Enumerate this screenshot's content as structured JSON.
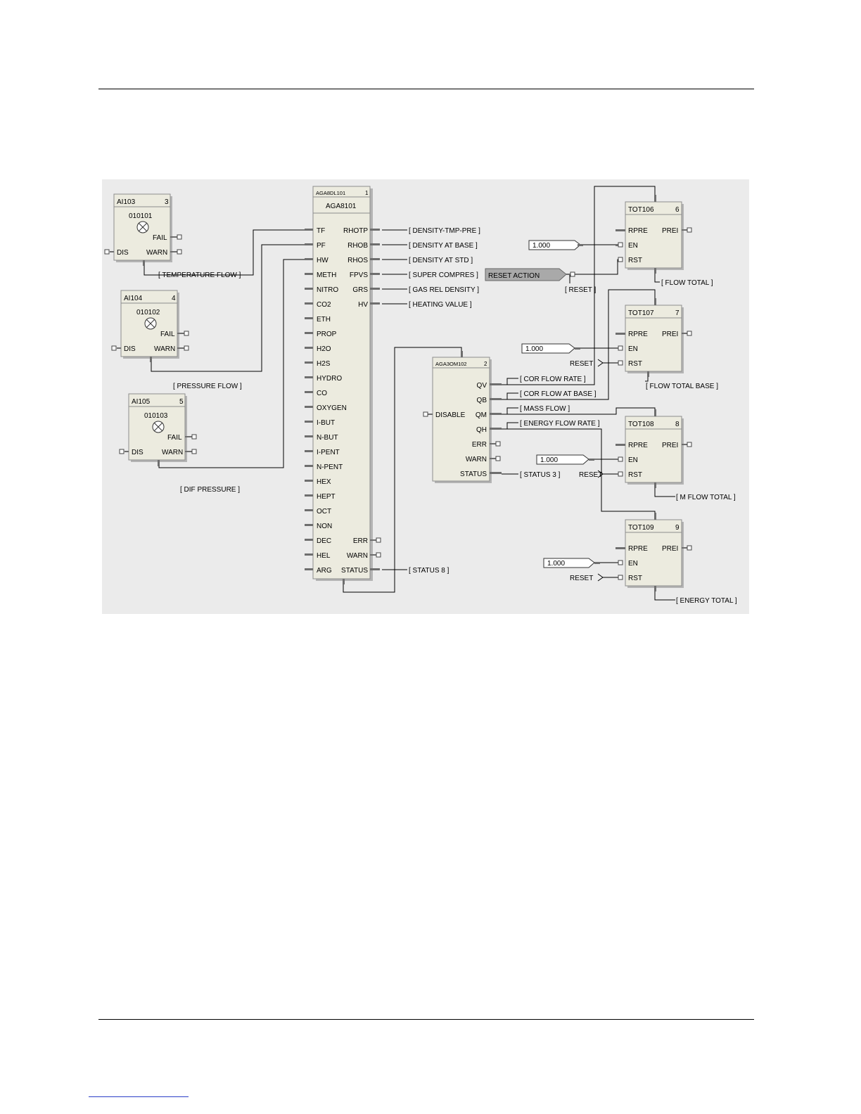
{
  "blocks": [
    {
      "id": "ai103",
      "title": "AI103",
      "index": "3",
      "tag": "010101",
      "pins": {
        "fail": "FAIL",
        "dis": "DIS",
        "warn": "WARN"
      }
    },
    {
      "id": "ai104",
      "title": "AI104",
      "index": "4",
      "tag": "010102",
      "pins": {
        "fail": "FAIL",
        "dis": "DIS",
        "warn": "WARN"
      }
    },
    {
      "id": "ai105",
      "title": "AI105",
      "index": "5",
      "tag": "010103",
      "pins": {
        "fail": "FAIL",
        "dis": "DIS",
        "warn": "WARN"
      }
    },
    {
      "id": "aga8",
      "title": "AGA8DL101",
      "index": "1",
      "name": "AGA8101",
      "inputs": [
        "TF",
        "PF",
        "HW",
        "METH",
        "NITRO",
        "CO2",
        "ETH",
        "PROP",
        "H2O",
        "H2S",
        "HYDRO",
        "CO",
        "OXYGEN",
        "I-BUT",
        "N-BUT",
        "I-PENT",
        "N-PENT",
        "HEX",
        "HEPT",
        "OCT",
        "NON",
        "DEC",
        "HEL",
        "ARG"
      ],
      "outputs": [
        "RHOTP",
        "RHOB",
        "RHOS",
        "FPVS",
        "GRS",
        "HV",
        "ERR",
        "WARN",
        "STATUS"
      ]
    },
    {
      "id": "aga3",
      "title": "AGA3OM102",
      "index": "2",
      "disable": "DISABLE",
      "outputs": [
        "QV",
        "QB",
        "QM",
        "QH",
        "ERR",
        "WARN",
        "STATUS"
      ]
    },
    {
      "id": "tot106",
      "title": "TOT106",
      "index": "6",
      "pins": {
        "rpre": "RPRE",
        "prei": "PREI",
        "en": "EN",
        "rst": "RST"
      }
    },
    {
      "id": "tot107",
      "title": "TOT107",
      "index": "7",
      "pins": {
        "rpre": "RPRE",
        "prei": "PREI",
        "en": "EN",
        "rst": "RST"
      }
    },
    {
      "id": "tot108",
      "title": "TOT108",
      "index": "8",
      "pins": {
        "rpre": "RPRE",
        "prei": "PREI",
        "en": "EN",
        "rst": "RST"
      }
    },
    {
      "id": "tot109",
      "title": "TOT109",
      "index": "9",
      "pins": {
        "rpre": "RPRE",
        "prei": "PREI",
        "en": "EN",
        "rst": "RST"
      }
    }
  ],
  "labels": {
    "temperature_flow": "[ TEMPERATURE FLOW ]",
    "pressure_flow": "[ PRESSURE FLOW ]",
    "dif_pressure": "[ DIF PRESSURE ]",
    "density_tmp_pre": "[ DENSITY-TMP-PRE ]",
    "density_at_base": "[ DENSITY AT BASE ]",
    "density_at_std": "[ DENSITY AT STD ]",
    "super_compres": "[ SUPER COMPRES ]",
    "gas_rel_density": "[ GAS REL DENSITY ]",
    "heating_value": "[ HEATING VALUE ]",
    "status_8": "[ STATUS 8 ]",
    "reset_tag": "[ RESET ]",
    "flow_total": "[ FLOW TOTAL ]",
    "flow_total_base": "[ FLOW TOTAL BASE ]",
    "m_flow_total": "[ M FLOW TOTAL ]",
    "energy_total": "[ ENERGY TOTAL ]",
    "cor_flow_rate": "[ COR FLOW RATE ]",
    "cor_flow_at_base": "[ COR FLOW AT BASE ]",
    "mass_flow": "[ MASS FLOW ]",
    "energy_flow_rate": "[ ENERGY FLOW RATE ]",
    "status_3": "[ STATUS 3 ]",
    "reset_action": "RESET ACTION",
    "reset_107": "RESET",
    "reset_108": "RESET",
    "reset_109": "RESET"
  },
  "constants": {
    "tot106_en": "1.000",
    "tot107_en": "1.000",
    "tot108_en": "1.000",
    "tot109_en": "1.000"
  },
  "colors": {
    "block_fill": "#ecebdf",
    "canvas": "#ebebeb",
    "reset_action_fill": "#a9a9a9"
  }
}
